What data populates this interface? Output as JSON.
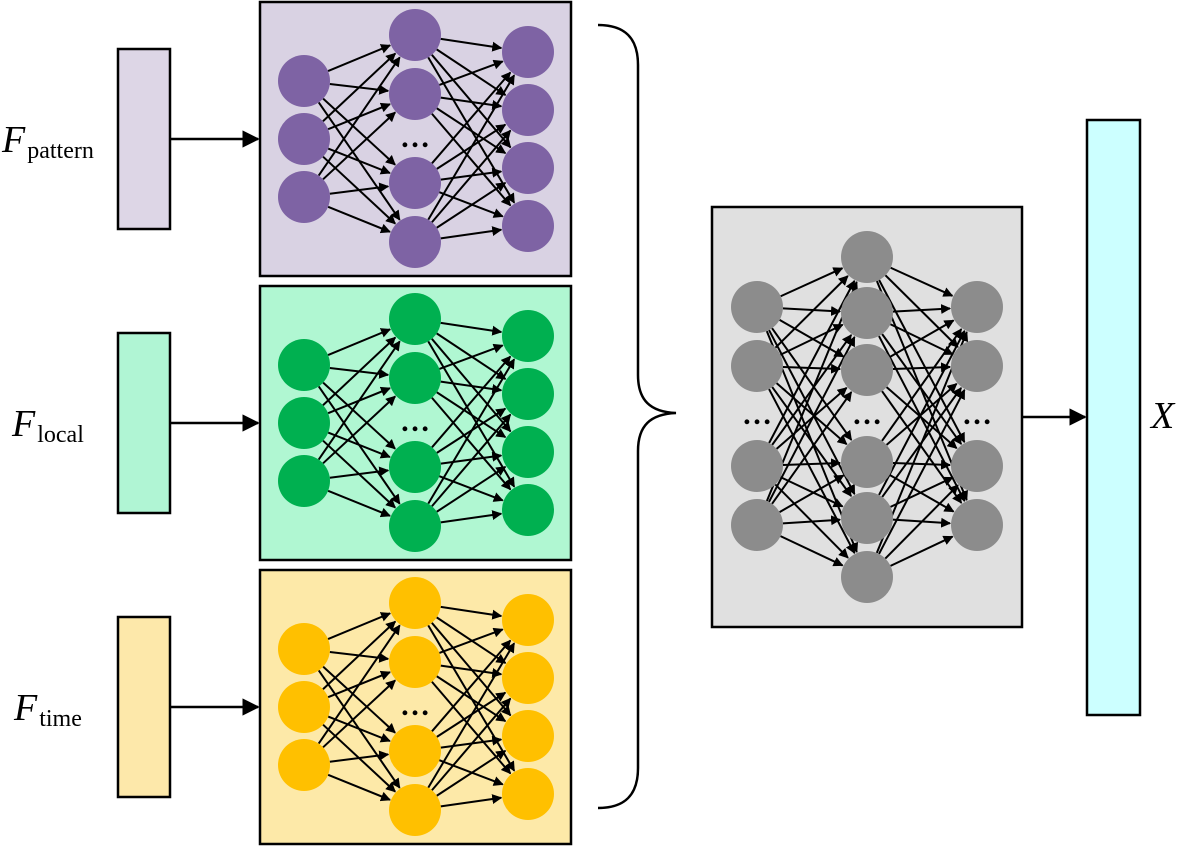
{
  "inputs": [
    {
      "symbol": "F",
      "subscript": "pattern",
      "bar_color": "#ddd6e6",
      "panel_color": "#d9d2e3",
      "node_color": "#7e63a4"
    },
    {
      "symbol": "F",
      "subscript": "local",
      "bar_color": "#b0f5d4",
      "panel_color": "#b0f7d2",
      "node_color": "#00b050"
    },
    {
      "symbol": "F",
      "subscript": "time",
      "bar_color": "#fde8aa",
      "panel_color": "#fde9a8",
      "node_color": "#ffc000"
    }
  ],
  "fusion": {
    "panel_color": "#e0e0e0",
    "node_color": "#8c8c8c"
  },
  "output": {
    "symbol": "X",
    "bar_color": "#ccffff"
  },
  "ellipsis": "…",
  "colors": {
    "stroke": "#000000",
    "edge": "#000000"
  }
}
